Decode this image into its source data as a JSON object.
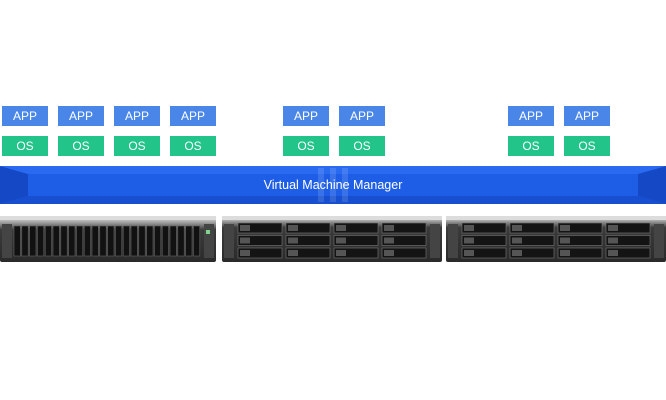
{
  "vm_stacks": [
    {
      "app": "APP",
      "os": "OS"
    },
    {
      "app": "APP",
      "os": "OS"
    },
    {
      "app": "APP",
      "os": "OS"
    },
    {
      "app": "APP",
      "os": "OS"
    },
    {
      "app": "APP",
      "os": "OS"
    },
    {
      "app": "APP",
      "os": "OS"
    },
    {
      "app": "APP",
      "os": "OS"
    },
    {
      "app": "APP",
      "os": "OS"
    }
  ],
  "manager": {
    "label": "Virtual Machine Manager"
  },
  "colors": {
    "app": "#4a86e8",
    "os": "#22c48a",
    "manager_bar": "#1e5ee6",
    "manager_edge": "#1548c4"
  },
  "servers": [
    {
      "model": "24-bay 2U rackmount"
    },
    {
      "model": "12-bay 2U rackmount"
    },
    {
      "model": "12-bay 2U rackmount"
    }
  ]
}
